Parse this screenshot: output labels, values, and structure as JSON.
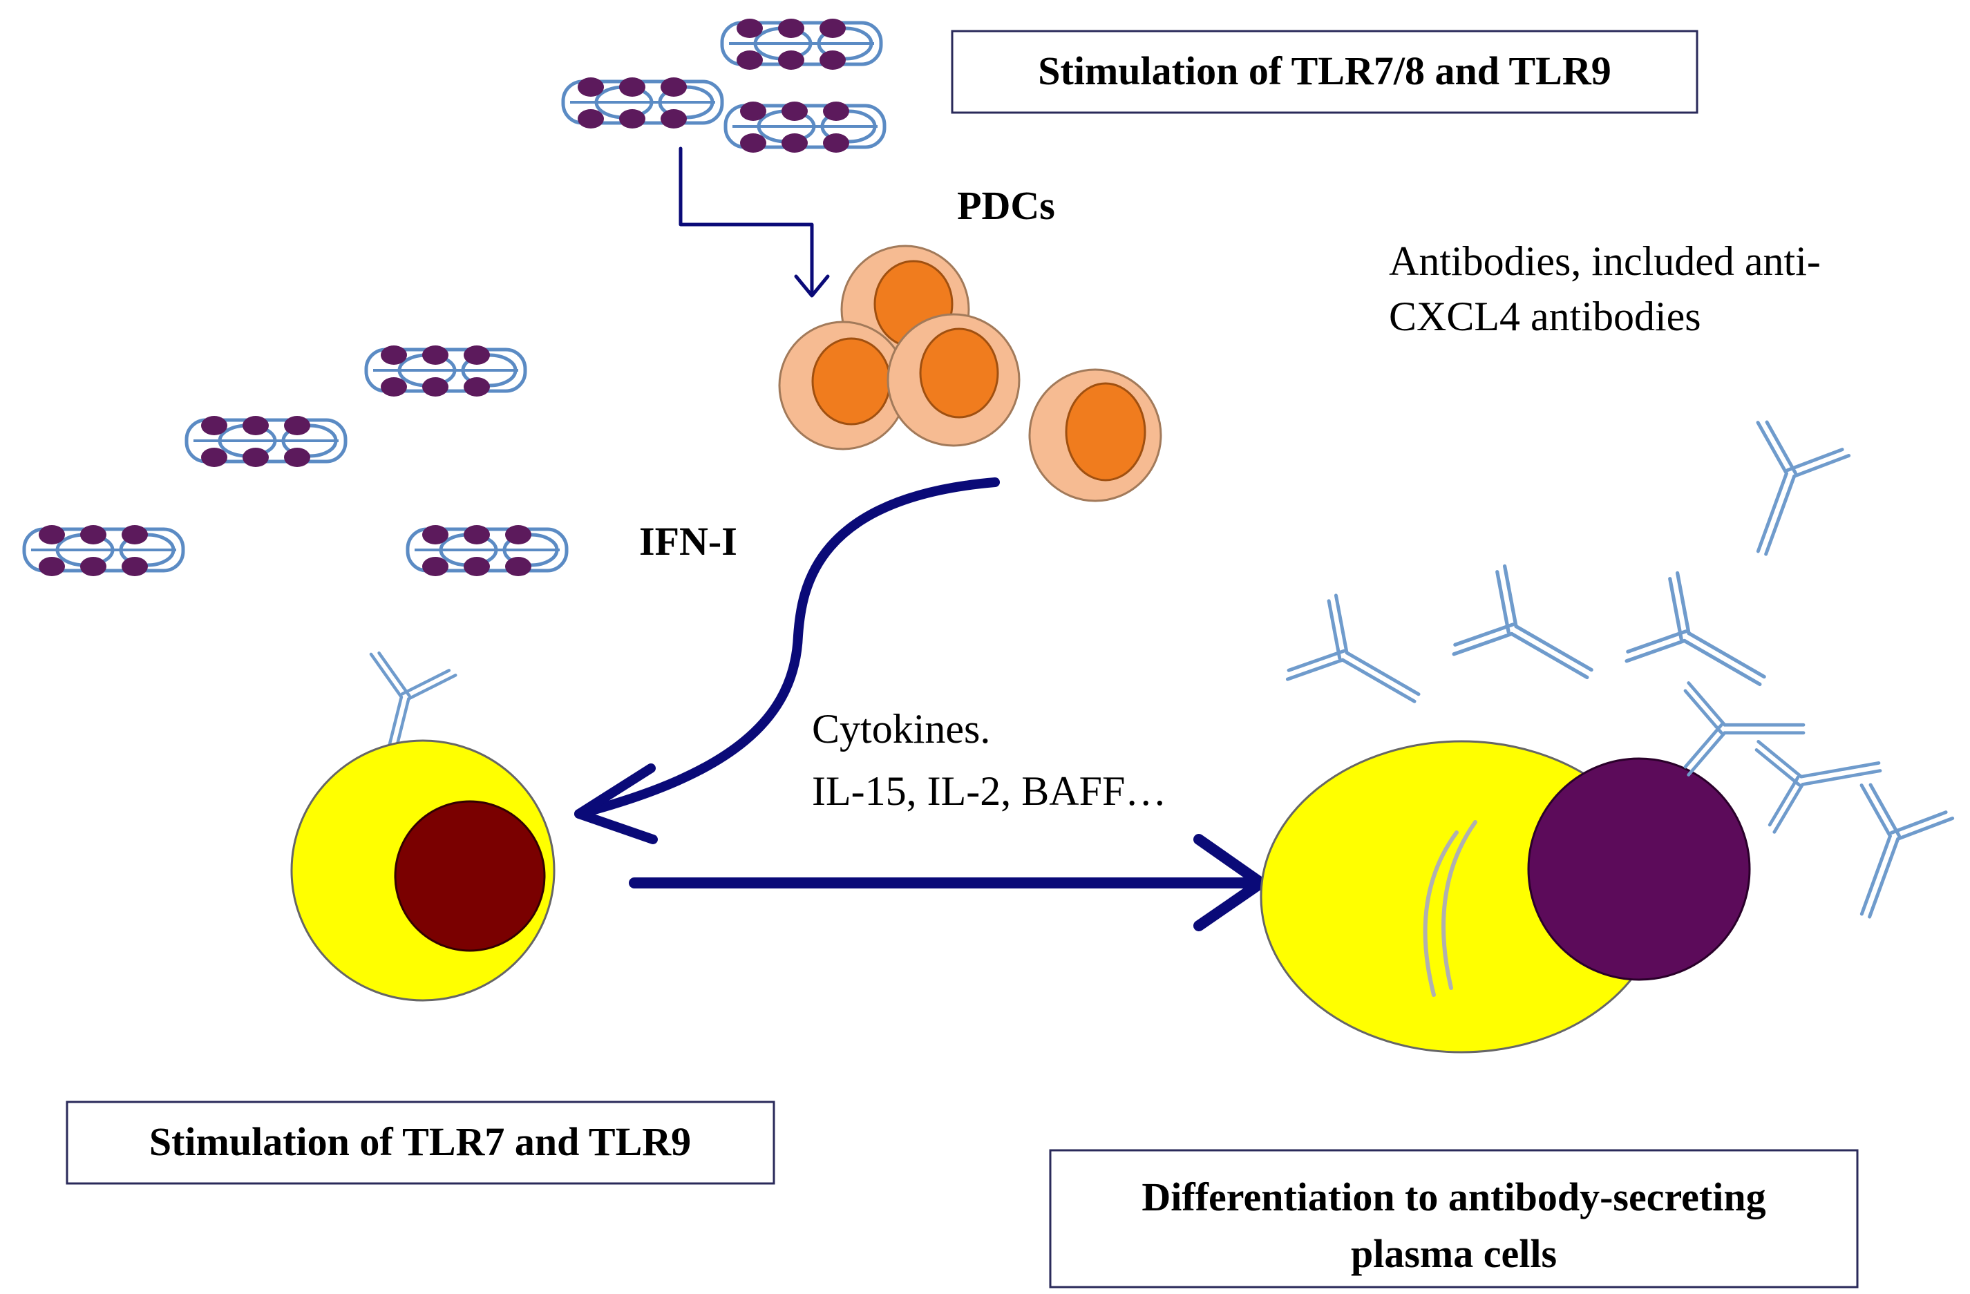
{
  "labels": {
    "stim_tlr78_tlr9": "Stimulation of TLR7/8 and TLR9",
    "pdcs": "PDCs",
    "antibodies_line1": "Antibodies, included anti-",
    "antibodies_line2": "CXCL4 antibodies",
    "ifn": "IFN-I",
    "cytokines_line1": "Cytokines.",
    "cytokines_line2": "IL-15, IL-2, BAFF…",
    "stim_tlr7_tlr9": "Stimulation of TLR7 and TLR9",
    "differentiation_line1": "Differentiation to antibody-secreting",
    "differentiation_line2": "plasma cells"
  },
  "colors": {
    "arrow": "#0a0a78",
    "complex_outline": "#5b8bc4",
    "complex_bead": "#5c1a5c",
    "pdc_outer": "#f6bb92",
    "pdc_inner": "#f07c1e",
    "cell_yellow": "#ffff00",
    "b_cell_nucleus": "#7a0000",
    "plasma_nucleus": "#5c0b5a",
    "antibody": "#6f9bcc"
  },
  "icons": {
    "immune_complex": "dna-protein-complex-icon",
    "antibody": "y-shaped-antibody-icon"
  }
}
